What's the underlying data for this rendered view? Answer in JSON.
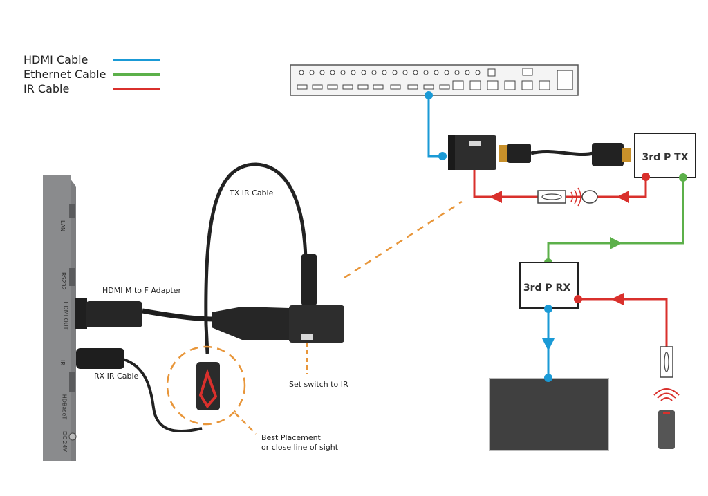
{
  "legend": {
    "items": [
      {
        "label": "HDMI Cable",
        "color": "#1a9ad6"
      },
      {
        "label": "Ethernet Cable",
        "color": "#5cb04a"
      },
      {
        "label": "IR Cable",
        "color": "#d9302c"
      }
    ]
  },
  "devices": {
    "tx_label": "3rd P TX",
    "rx_label": "3rd P RX"
  },
  "callouts": {
    "tx_ir_cable": "TX IR Cable",
    "hdmi_adapter": "HDMI M to F Adapter",
    "rx_ir_cable": "RX IR Cable",
    "set_switch": "Set switch to IR",
    "best_placement_line1": "Best Placement",
    "best_placement_line2": "or close line of sight"
  },
  "side_panel_ports": [
    "LAN",
    "RS232",
    "HDMI OUT",
    "IR",
    "HDBaseT",
    "DC 24V"
  ],
  "colors": {
    "hdmi": "#1a9ad6",
    "ethernet": "#5cb04a",
    "ir": "#d9302c",
    "dash": "#e8963a"
  }
}
